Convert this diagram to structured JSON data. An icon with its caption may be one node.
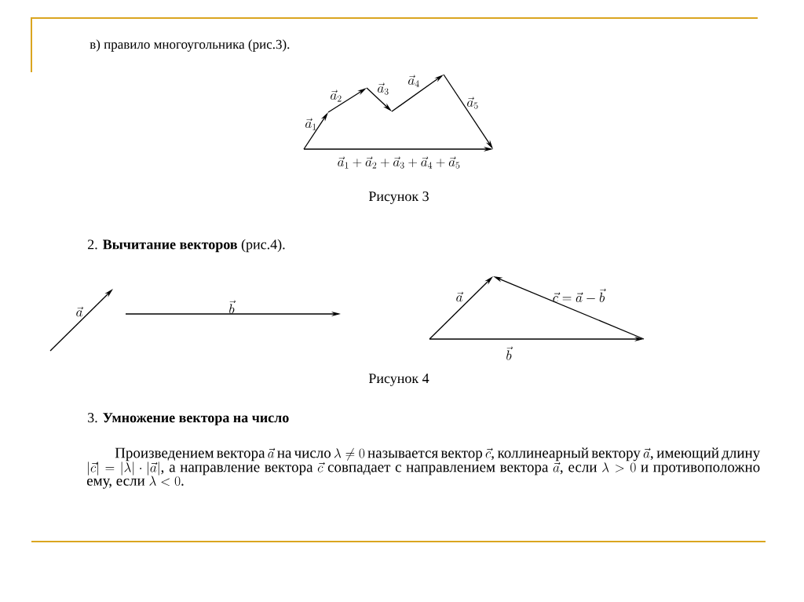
{
  "diagram": {
    "labels": [
      "в) правило многоугольника (рис.3).",
      "\\vec{a}_1",
      "\\vec{a}_2",
      "\\vec{a}_3",
      "\\vec{a}_4",
      "\\vec{a}_5",
      "\\vec{a}_1+\\vec{a}_2+\\vec{a}_3+\\vec{a}_4+\\vec{a}_5",
      "Рисунок 3",
      "2. **Вычитание векторов** (рис.4).",
      "\\vec{a}",
      "\\vec{b}",
      "\\vec{a}",
      "\\vec{c}=\\vec{a}-\\vec{b}",
      "\\vec{b}",
      "Рисунок 4",
      "3. **Умножение вектора на число**",
      "Произведением вектора",
      "\\vec{a}",
      "на число",
      "\\lambda\\neq 0",
      "называется вектор",
      "\\vec{c}",
      ", коллинеарный вектору",
      "\\vec{a}",
      ", имеющий длину",
      "|\\vec{c}|=|\\lambda|\\cdot|\\vec{a}|",
      ", а направление вектора",
      "\\vec{c}",
      "совпадает с направлением вектора",
      "\\vec{a}",
      ", если",
      "\\lambda>0",
      "и противоположно ему, если",
      "\\lambda<0",
      "."
    ]
  }
}
